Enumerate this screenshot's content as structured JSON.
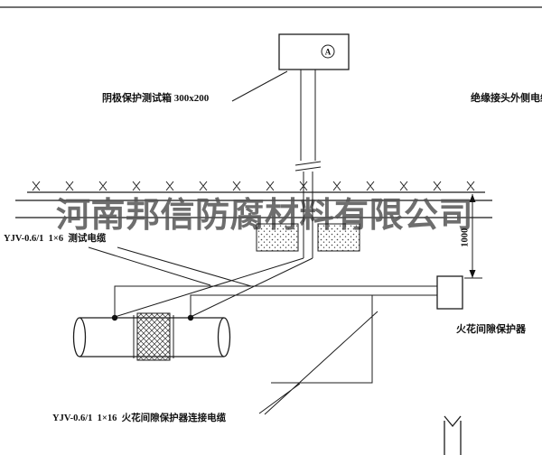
{
  "watermark": {
    "text": "河南邦信防腐材料有限公司"
  },
  "labels": {
    "test_box": "阴极保护测试箱 300x200",
    "outer_cable": "绝缘接头外侧电缆",
    "test_cable_spec": "YJV-0.6/1  1×6  测试电缆",
    "dimension_1000": "1000",
    "spark_gap_protector": "火花间隙保护器",
    "connection_cable_spec": "YJV-0.6/1  1×16  火花间隙保护器连接电缆",
    "ammeter": "A"
  },
  "colors": {
    "line": "#1c1c1c",
    "watermark": "#555555",
    "background": "#ffffff"
  }
}
